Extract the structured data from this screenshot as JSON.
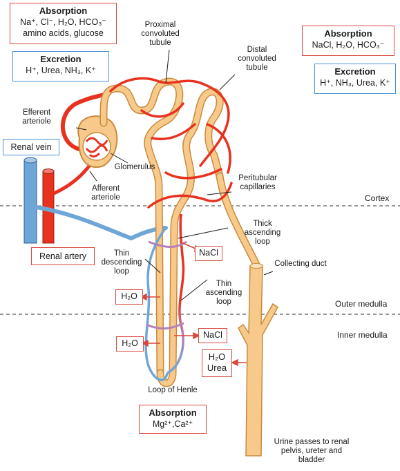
{
  "absorption_proximal": {
    "title": "Absorption",
    "line1": "Na⁺, Cl⁻, H₂O, HCO₃⁻",
    "line2": "amino acids, glucose"
  },
  "excretion_proximal": {
    "title": "Excretion",
    "line1": "H⁺, Urea, NH₃, K⁺"
  },
  "absorption_distal": {
    "title": "Absorption",
    "line1": "NaCl, H₂O, HCO₃⁻"
  },
  "excretion_distal": {
    "title": "Excretion",
    "line1": "H⁺, NH₃, Urea, K⁺"
  },
  "absorption_loop": {
    "title": "Absorption",
    "line1": "Mg²⁺,Ca²⁺"
  },
  "labels": {
    "proximal": "Proximal convoluted tubule",
    "distal": "Distal convoluted tubule",
    "efferent": "Efferent arteriole",
    "renal_vein": "Renal vein",
    "glomerulus": "Glomerulus",
    "afferent": "Afferent arteriole",
    "peritubular": "Peritubular capillaries",
    "renal_artery": "Renal artery",
    "thick_ascending": "Thick ascending loop",
    "thin_descending": "Thin descending loop",
    "thin_ascending": "Thin ascending loop",
    "collecting_duct": "Collecting duct",
    "loop_of_henle": "Loop of Henle",
    "urine": "Urine passes to renal pelvis, ureter and bladder"
  },
  "zones": {
    "cortex": "Cortex",
    "outer_medulla": "Outer medulla",
    "inner_medulla": "Inner medulla"
  },
  "transport_tags": {
    "nacl_thick": "NaCl",
    "h2o_upper": "H₂O",
    "h2o_lower": "H₂O",
    "nacl_thin": "NaCl",
    "h2o_collecting": "H₂O",
    "urea_collecting": "Urea"
  },
  "colors": {
    "artery": "#e8321f",
    "vein": "#6fa6d8",
    "tubule": "#f7c98a",
    "tubule_edge": "#c98a3c",
    "red_box": "#d9463a",
    "blue_box": "#4a90d9"
  }
}
